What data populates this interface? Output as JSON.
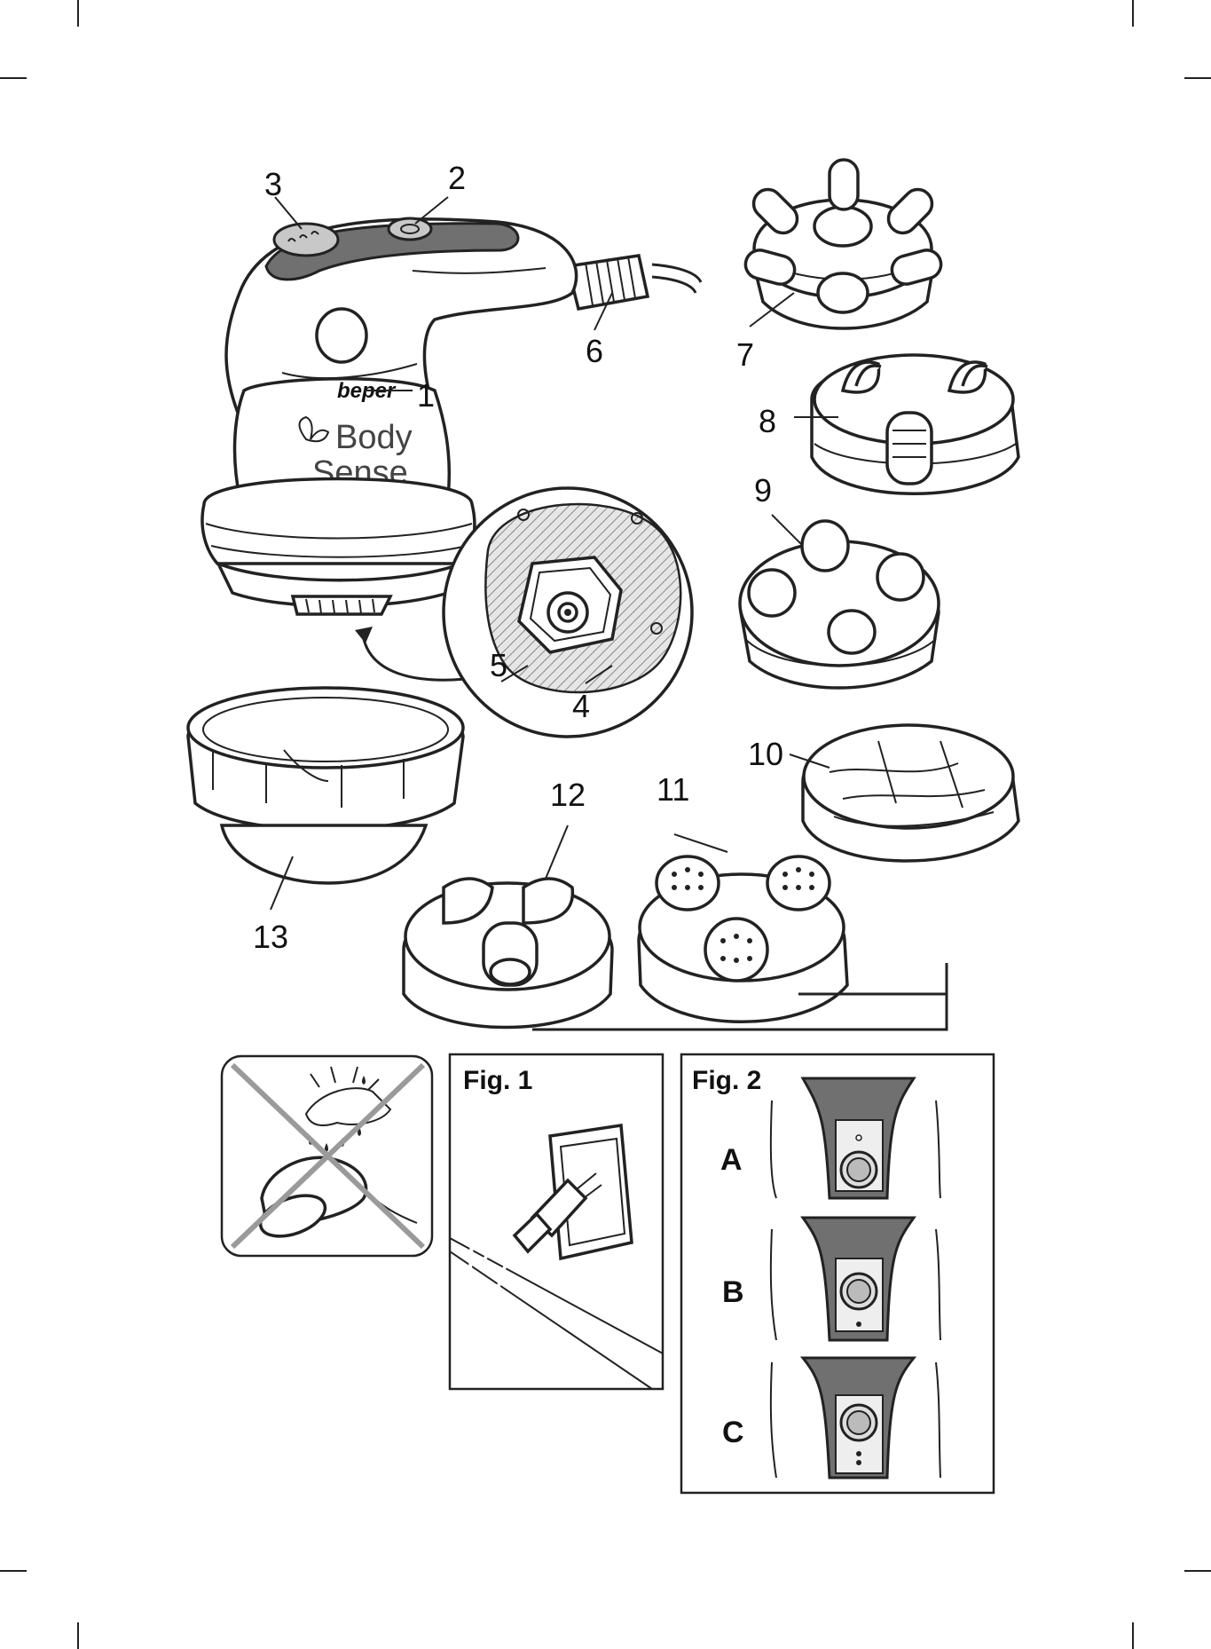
{
  "brand": {
    "logo_text": "beper",
    "product_line_1": "Body",
    "product_line_2": "Sense"
  },
  "callouts": {
    "c1": "1",
    "c2": "2",
    "c3": "3",
    "c4": "4",
    "c5": "5",
    "c6": "6",
    "c7": "7",
    "c8": "8",
    "c9": "9",
    "c10": "10",
    "c11": "11",
    "c12": "12",
    "c13": "13"
  },
  "figures": {
    "fig1_title": "Fig. 1",
    "fig2_title": "Fig. 2",
    "fig2_positions": [
      "A",
      "B",
      "C"
    ]
  },
  "icons": {
    "warning": "no-water-crossed-icon",
    "plug": "power-plug-icon"
  }
}
